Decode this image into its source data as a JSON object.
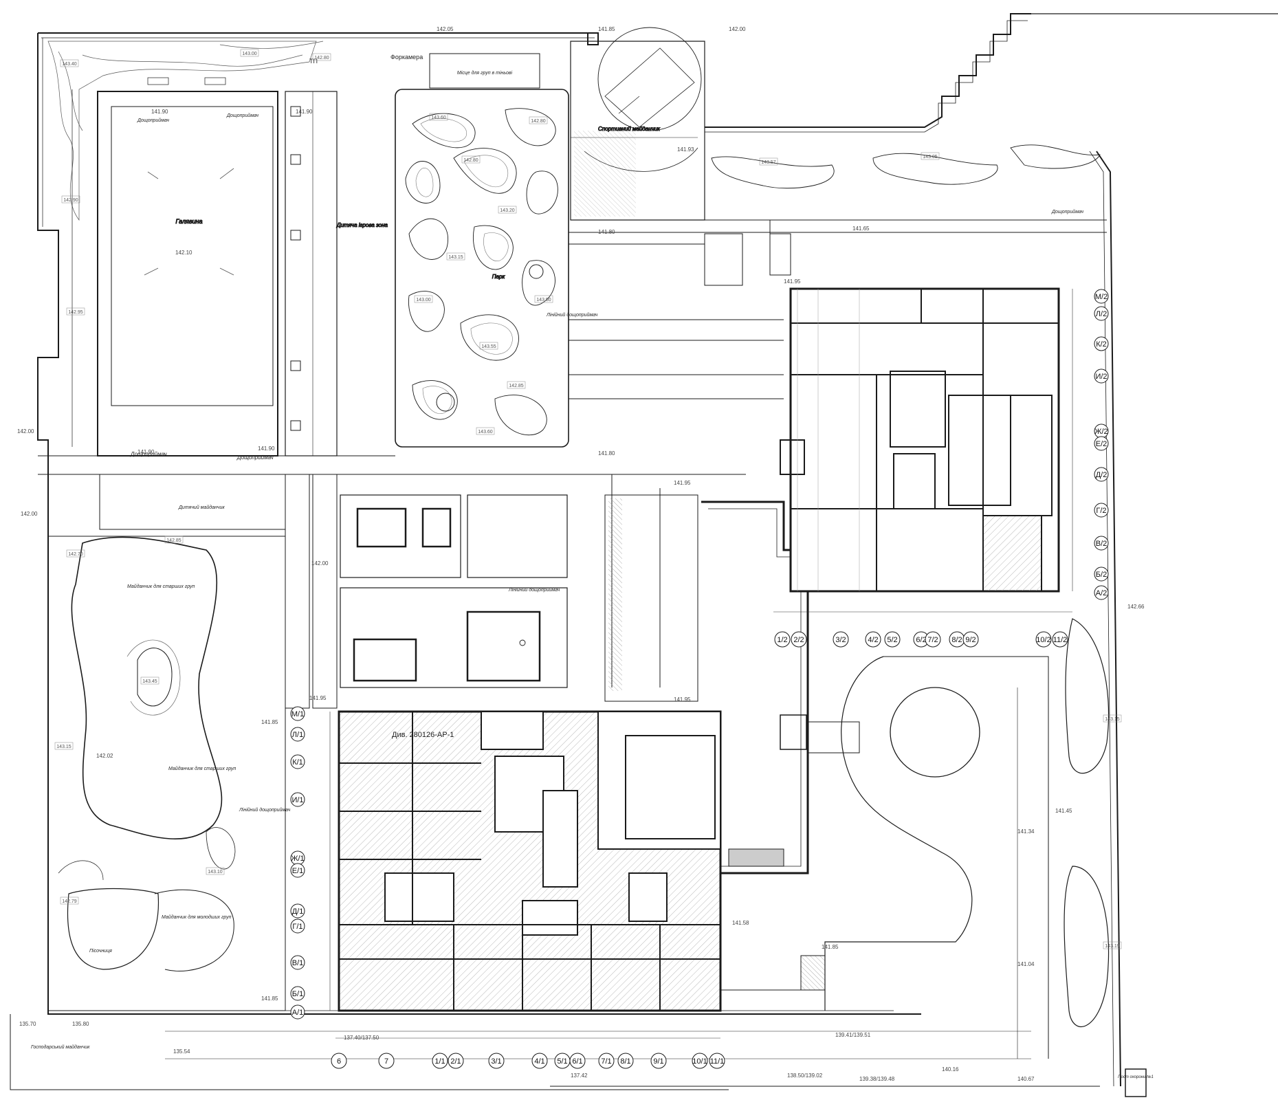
{
  "colors": {
    "line": "#1a1a1a",
    "thin": "#666666",
    "hatch": "#bdbdbd",
    "paper": "#ffffff"
  },
  "labels": {
    "tp": "ТП",
    "forkamera": "Форкамера",
    "place_rest": "Місце для груп в тіньові",
    "sport": "Спортивний майданчик",
    "lawn": "Галявина",
    "kids_play": "Дитяча ігрова зона",
    "park": "Парк",
    "linear_drain": "Лінійний дощоприймач",
    "drain": "Дощоприймач",
    "kids_ground": "Дитячий майданчик",
    "older_ground_top": "Майданчик для старших груп",
    "older_ground_mid": "Майданчик для старших груп",
    "younger_ground": "Майданчик для молодших груп",
    "sandbox": "Пісочниця",
    "household": "Господарський майданчик",
    "ref_dwg": "Див. 280126-АР-1",
    "post": "Пост охорони №1"
  },
  "elevations": {
    "e_142_05": "142.05",
    "e_141_85": "141.85",
    "e_142_00": "142.00",
    "e_141_90": "141.90",
    "e_141_80": "141.80",
    "e_141_95": "141.95",
    "e_141_93": "141.93",
    "e_142_10": "142.10",
    "e_142_02": "142.02",
    "e_141_45": "141.45",
    "e_141_34": "141.34",
    "e_141_04": "141.04",
    "e_141_58": "141.58",
    "e_142_66": "142.66",
    "e_135_70": "135.70",
    "e_135_80": "135.80",
    "e_135_54": "135.54",
    "e_137_42": "137.42",
    "e_140_67": "140.67",
    "e_140_16": "140.16",
    "e_138_50": "138.50/139.02",
    "e_139_38": "139.38/139.48",
    "e_139_41": "139.41/139.51",
    "e_137_40": "137.40/137.50",
    "e_141_65": "141.65"
  },
  "mound_tags": {
    "m1": "143.40",
    "m2": "143.00",
    "m3": "142.80",
    "m4": "143.60",
    "m5": "142.80",
    "m6": "142.80",
    "m7": "143.20",
    "m8": "143.15",
    "m9": "143.00",
    "m10": "143.50",
    "m11": "143.55",
    "m12": "142.85",
    "m13": "143.60",
    "m14": "143.45",
    "m15": "143.15",
    "m16": "142.90",
    "m17": "142.95",
    "m18": "142.70",
    "m19": "143.15",
    "m20": "143.19",
    "m21": "143.05",
    "m22": "143.57",
    "m23": "142.85",
    "m24": "143.10",
    "m25": "142.79"
  },
  "bottom_axes": [
    "6",
    "7",
    "1/1",
    "2/1",
    "3/1",
    "4/1",
    "5/1",
    "6/1",
    "7/1",
    "8/1",
    "9/1",
    "10/1",
    "11/1"
  ],
  "left_axes": [
    "М/1",
    "Л/1",
    "К/1",
    "И/1",
    "Ж/1",
    "Е/1",
    "Д/1",
    "Г/1",
    "В/1",
    "Б/1",
    "А/1"
  ],
  "right_axes": [
    "М/2",
    "Л/2",
    "К/2",
    "И/2",
    "Ж/2",
    "Е/2",
    "Д/2",
    "Г/2",
    "В/2",
    "Б/2",
    "А/2"
  ],
  "mid_axes": [
    "1/2",
    "2/2",
    "3/2",
    "4/2",
    "5/2",
    "6/2",
    "7/2",
    "8/2",
    "9/2",
    "10/2",
    "11/2"
  ]
}
